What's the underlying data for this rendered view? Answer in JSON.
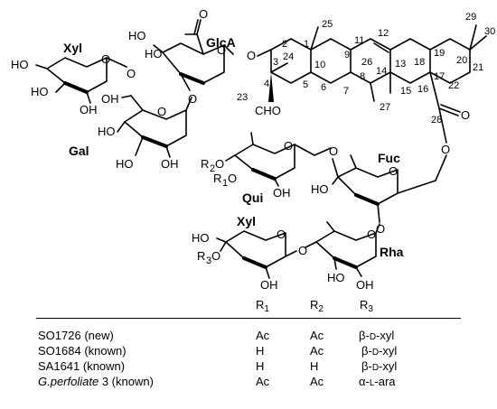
{
  "structure": {
    "sugar_labels": {
      "xyl_top": "Xyl",
      "glca": "GlcA",
      "gal": "Gal",
      "qui": "Qui",
      "fuc": "Fuc",
      "xyl_bottom": "Xyl",
      "rha": "Rha"
    },
    "atoms": {
      "oh": "OH",
      "ho": "HO",
      "o": "O",
      "cho": "CHO",
      "r1": "R",
      "r2": "R",
      "r3": "R",
      "r1_sub": "1",
      "r2_sub": "2",
      "r3_sub": "3"
    },
    "carbon_numbers": [
      "1",
      "2",
      "3",
      "4",
      "5",
      "6",
      "7",
      "8",
      "9",
      "10",
      "11",
      "12",
      "13",
      "14",
      "15",
      "16",
      "17",
      "18",
      "19",
      "20",
      "21",
      "22",
      "23",
      "24",
      "25",
      "26",
      "27",
      "28",
      "29",
      "30"
    ]
  },
  "table": {
    "headers": {
      "r1": "R",
      "r1_sub": "1",
      "r2": "R",
      "r2_sub": "2",
      "r3": "R",
      "r3_sub": "3"
    },
    "rows": [
      {
        "compound": "SO1726 (new)",
        "compound_italic": "",
        "r1": "Ac",
        "r2": "Ac",
        "r3_prefix": "β-",
        "r3_config": "D",
        "r3_sugar": "-xyl"
      },
      {
        "compound": "SO1684 (known)",
        "compound_italic": "",
        "r1": "H",
        "r2": "Ac",
        "r3_prefix": "β-",
        "r3_config": "D",
        "r3_sugar": "-xyl"
      },
      {
        "compound": "SA1641 (known)",
        "compound_italic": "",
        "r1": "H",
        "r2": "H",
        "r3_prefix": "β-",
        "r3_config": "D",
        "r3_sugar": "-xyl"
      },
      {
        "compound": " 3 (known)",
        "compound_italic": "G.perfoliate",
        "r1": "Ac",
        "r2": "Ac",
        "r3_prefix": "α-",
        "r3_config": "L",
        "r3_sugar": "-ara"
      }
    ]
  }
}
